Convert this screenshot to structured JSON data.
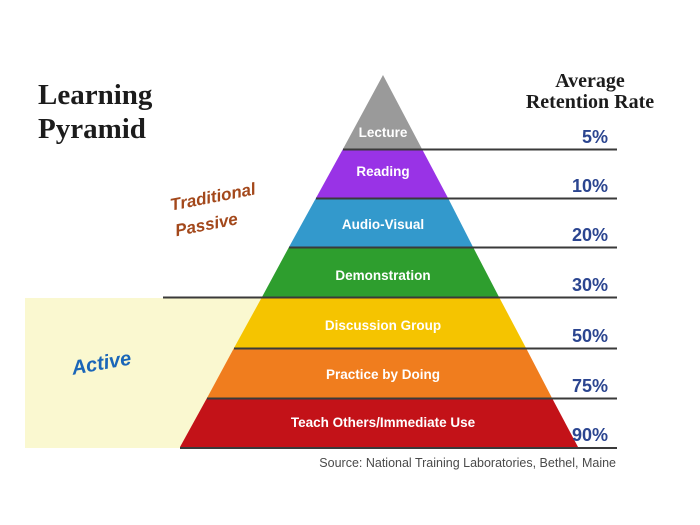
{
  "title": {
    "line1": "Learning",
    "line2": "Pyramid"
  },
  "retention_header": {
    "line1": "Average",
    "line2": "Retention Rate"
  },
  "annotations": {
    "traditional": "Traditional",
    "passive": "Passive",
    "active": "Active",
    "traditional_color": "#A3481B",
    "active_color": "#1A66B8"
  },
  "levels": [
    {
      "label": "Lecture",
      "retention": "5%",
      "color": "#9A9A9A"
    },
    {
      "label": "Reading",
      "retention": "10%",
      "color": "#9933E6"
    },
    {
      "label": "Audio-Visual",
      "retention": "20%",
      "color": "#3399CC"
    },
    {
      "label": "Demonstration",
      "retention": "30%",
      "color": "#2E9E2E"
    },
    {
      "label": "Discussion Group",
      "retention": "50%",
      "color": "#F5C400"
    },
    {
      "label": "Practice by Doing",
      "retention": "75%",
      "color": "#F07D1E"
    },
    {
      "label": "Teach Others/Immediate Use",
      "retention": "90%",
      "color": "#C31218"
    }
  ],
  "retention_value_color": "#2B4590",
  "active_region_color": "#FAF8D0",
  "divider_line_color": "#3a3a3a",
  "source": "Source: National Training Laboratories, Bethel, Maine"
}
